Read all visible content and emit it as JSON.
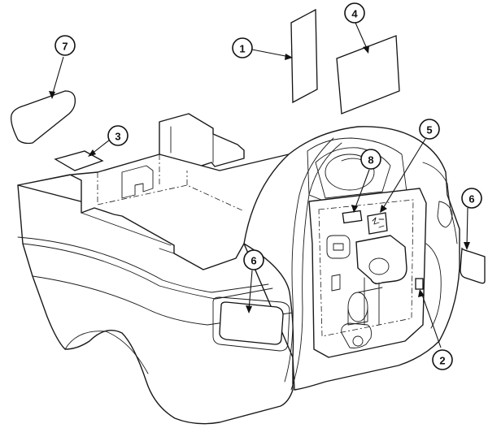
{
  "callouts": [
    {
      "id": "1",
      "label": "1",
      "target": "decal"
    },
    {
      "id": "2",
      "label": "2",
      "target": "decal"
    },
    {
      "id": "3",
      "label": "3",
      "target": "decal"
    },
    {
      "id": "4",
      "label": "4",
      "target": "decal"
    },
    {
      "id": "5",
      "label": "5",
      "target": "decal"
    },
    {
      "id": "6a",
      "label": "6",
      "target": "decal"
    },
    {
      "id": "6b",
      "label": "6",
      "target": "decal"
    },
    {
      "id": "7",
      "label": "7",
      "target": "decal"
    },
    {
      "id": "8",
      "label": "8",
      "target": "decal"
    }
  ],
  "colors": {
    "line": "#1a1a1a",
    "background": "#ffffff"
  }
}
